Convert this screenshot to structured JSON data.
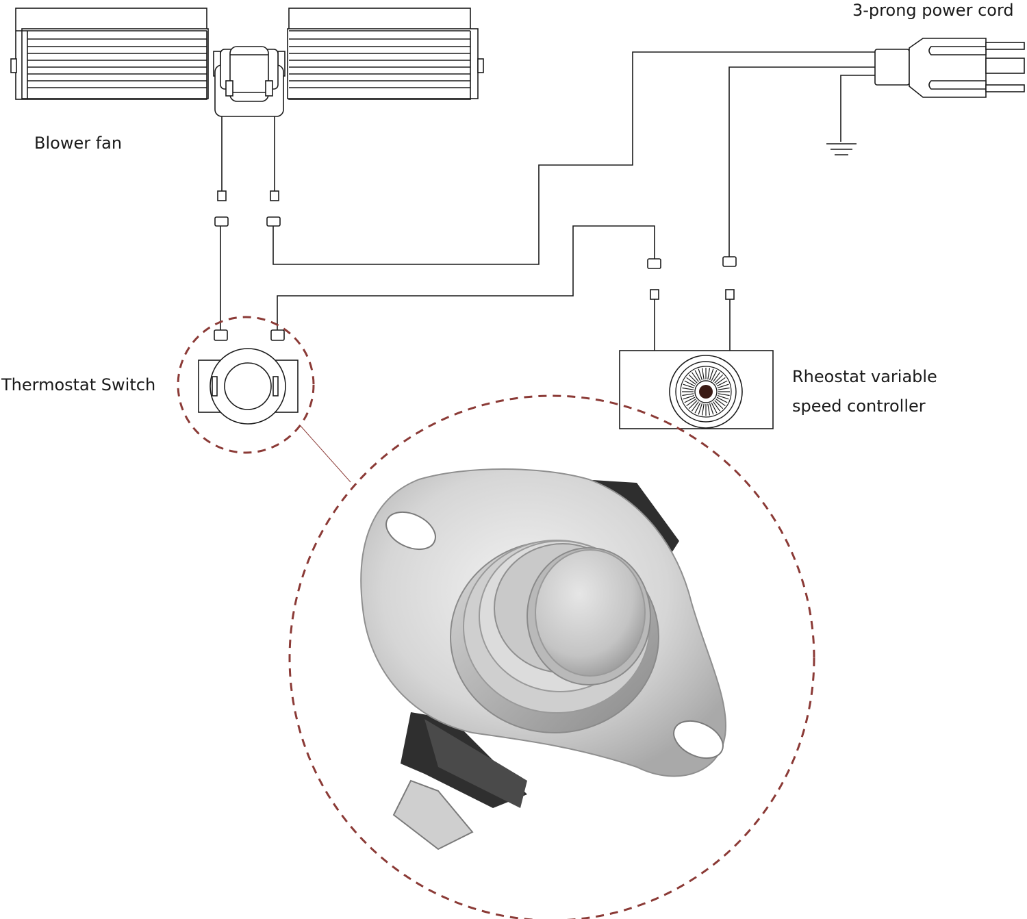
{
  "labels": {
    "power_cord": "3-prong power cord",
    "blower_fan": "Blower fan",
    "thermostat_switch": "Thermostat Switch",
    "rheostat_line1": "Rheostat variable",
    "rheostat_line2": "speed controller"
  },
  "colors": {
    "wire": "#1a1a1a",
    "callout_dash": "#8b3a36",
    "metal_light": "#e4e4e4",
    "metal_mid": "#c6c6c6",
    "metal_dark": "#8f8f8f",
    "plastic": "#3a3a3a"
  }
}
